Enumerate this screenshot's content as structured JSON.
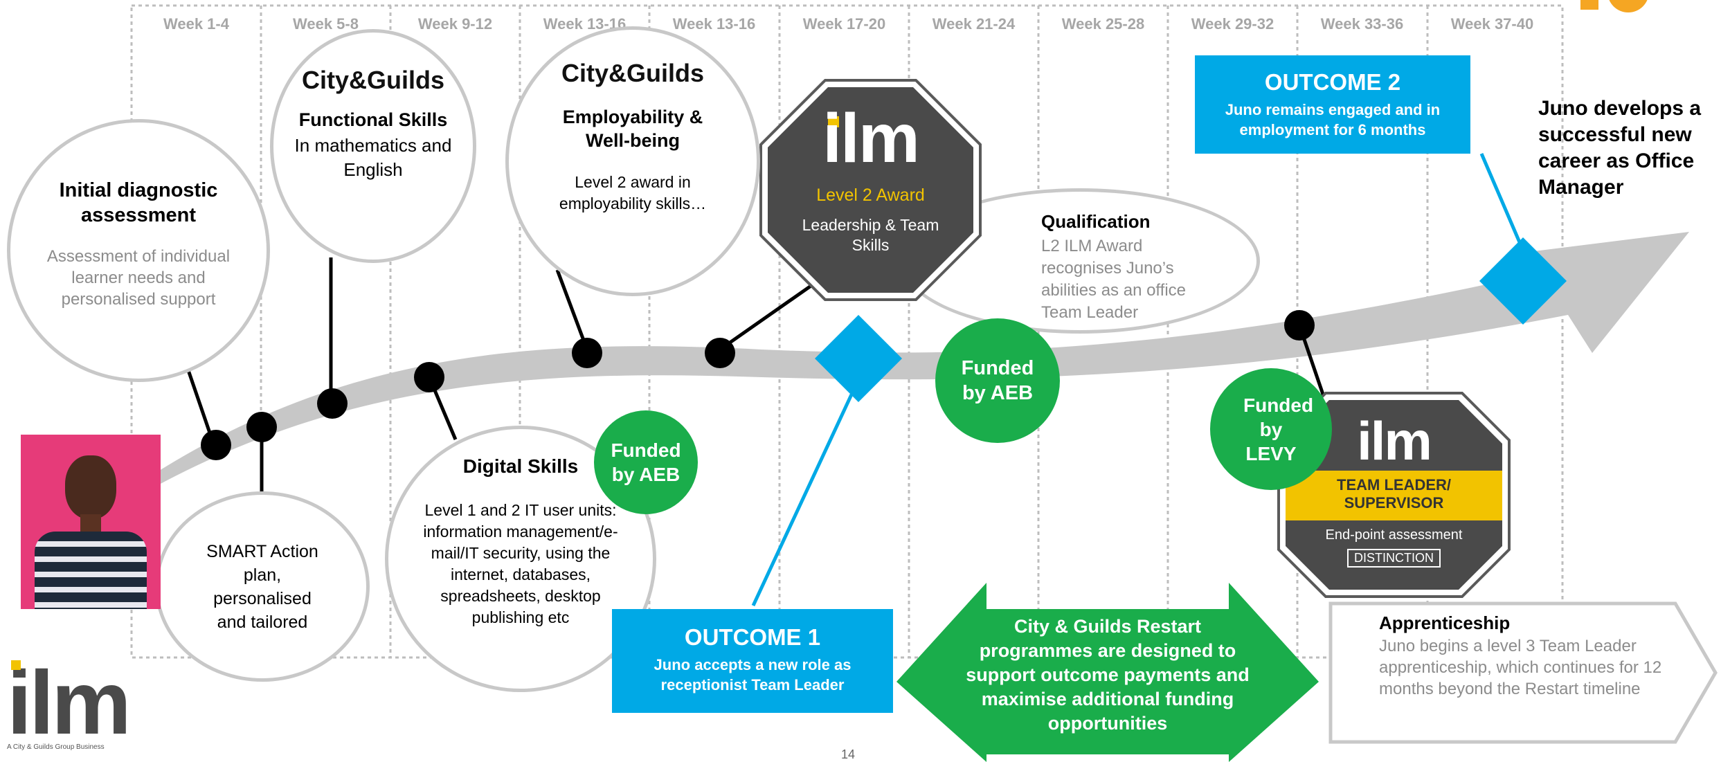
{
  "weeks": [
    "Week 1-4",
    "Week 5-8",
    "Week 9-12",
    "Week 13-16",
    "Week 13-16",
    "Week 17-20",
    "Week 21-24",
    "Week 25-28",
    "Week 29-32",
    "Week 33-36",
    "Week 37-40"
  ],
  "initial": {
    "title": "Initial diagnostic assessment",
    "body": "Assessment of individual learner needs and personalised support"
  },
  "smart": {
    "body": "SMART Action plan, personalised and tailored"
  },
  "functional": {
    "brand": "City&Guilds",
    "title": "Functional Skills",
    "body": "In mathematics and English"
  },
  "digital": {
    "title": "Digital Skills",
    "body": "Level 1 and 2 IT user units: information management/e-mail/IT security, using the internet, databases, spreadsheets, desktop publishing etc"
  },
  "employability": {
    "brand": "City&Guilds",
    "title": "Employability & Well-being",
    "body": "Level 2 award in employability skills…"
  },
  "ilm_badge": {
    "logo": "ilm",
    "award": "Level 2 Award",
    "name": "Leadership & Team Skills"
  },
  "qualification": {
    "title": "Qualification",
    "body": "L2 ILM Award recognises Juno’s abilities as an office Team Leader"
  },
  "funded": {
    "aeb1": "Funded by AEB",
    "aeb2": "Funded by AEB",
    "levy": "Funded by LEVY"
  },
  "outcome1": {
    "title": "OUTCOME 1",
    "body": "Juno accepts a new role as receptionist Team Leader"
  },
  "outcome2": {
    "title": "OUTCOME 2",
    "body": "Juno remains engaged and in employment for 6 months"
  },
  "career": {
    "text": "Juno develops a successful new career as Office Manager"
  },
  "restart": {
    "text": "City & Guilds Restart programmes are designed to support outcome payments and maximise additional funding opportunities"
  },
  "team_badge": {
    "logo": "ilm",
    "role": "TEAM LEADER/ SUPERVISOR",
    "assessment": "End-point assessment",
    "grade": "DISTINCTION"
  },
  "apprenticeship": {
    "title": "Apprenticeship",
    "body": "Juno begins a level 3 Team Leader apprenticeship, which continues for 12 months beyond the Restart timeline"
  },
  "footer": {
    "logo": "ilm",
    "tagline": "A City & Guilds Group Business",
    "page": "14"
  },
  "colors": {
    "green": "#1aad4b",
    "blue": "#00a9e6",
    "grey_arrow": "#c7c7c7",
    "orange": "#f5a623",
    "ilm_gold": "#f2c300"
  }
}
